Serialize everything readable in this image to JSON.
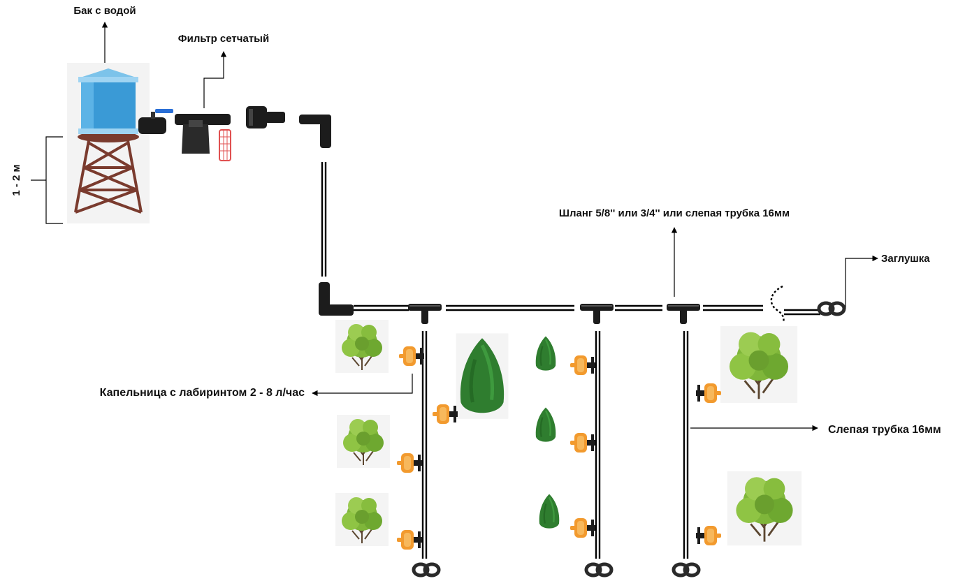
{
  "labels": {
    "tank": "Бак с водой",
    "filter": "Фильтр сетчатый",
    "height": "1 - 2 м",
    "hose": "Шланг 5/8'' или 3/4'' или слепая трубка 16мм",
    "plug": "Заглушка",
    "dripper": "Капельница с лабиринтом 2 - 8 л/час",
    "blind_pipe": "Слепая трубка 16мм"
  },
  "colors": {
    "pipe": "#000000",
    "tank_body": "#3a9ad6",
    "tank_top": "#7cc3ea",
    "tower": "#7a3b2e",
    "valve_handle": "#2a6fd6",
    "filter_mesh": "#e05050",
    "dripper": "#f29a2e",
    "fitting": "#1c1c1c",
    "bush": "#7fb63a",
    "conifer": "#2f7d2f",
    "trunk": "#5b4630"
  },
  "icons": [
    "water-tank-icon",
    "ball-valve-icon",
    "mesh-filter-icon",
    "adapter-icon",
    "elbow-icon",
    "tee-icon",
    "dripper-icon",
    "end-plug-icon",
    "bush-icon",
    "conifer-icon"
  ]
}
